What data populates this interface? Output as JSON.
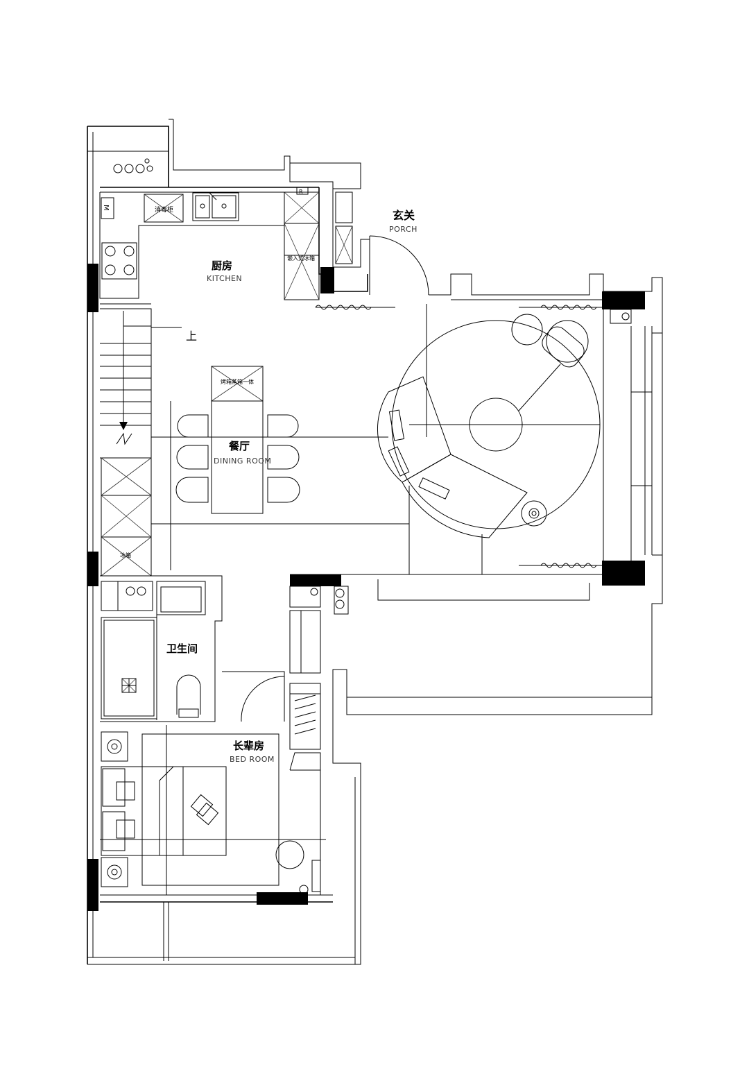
{
  "rooms": {
    "porch": {
      "cn": "玄关",
      "en": "PORCH"
    },
    "kitchen": {
      "cn": "厨房",
      "en": "KITCHEN"
    },
    "dining": {
      "cn": "餐厅",
      "en": "DINING ROOM"
    },
    "bathroom": {
      "cn": "卫生间"
    },
    "bedroom": {
      "cn": "长辈房",
      "en": "BED ROOM"
    }
  },
  "stair": {
    "label": "上"
  },
  "fixtures": {
    "kitchen_cabinet": "消毒柜",
    "fridge_builtin": "嵌入式冰箱",
    "oven_unit": "烤箱蒸箱一体",
    "fridge": "冰箱",
    "tag_m": "M",
    "tag_r": "R"
  }
}
